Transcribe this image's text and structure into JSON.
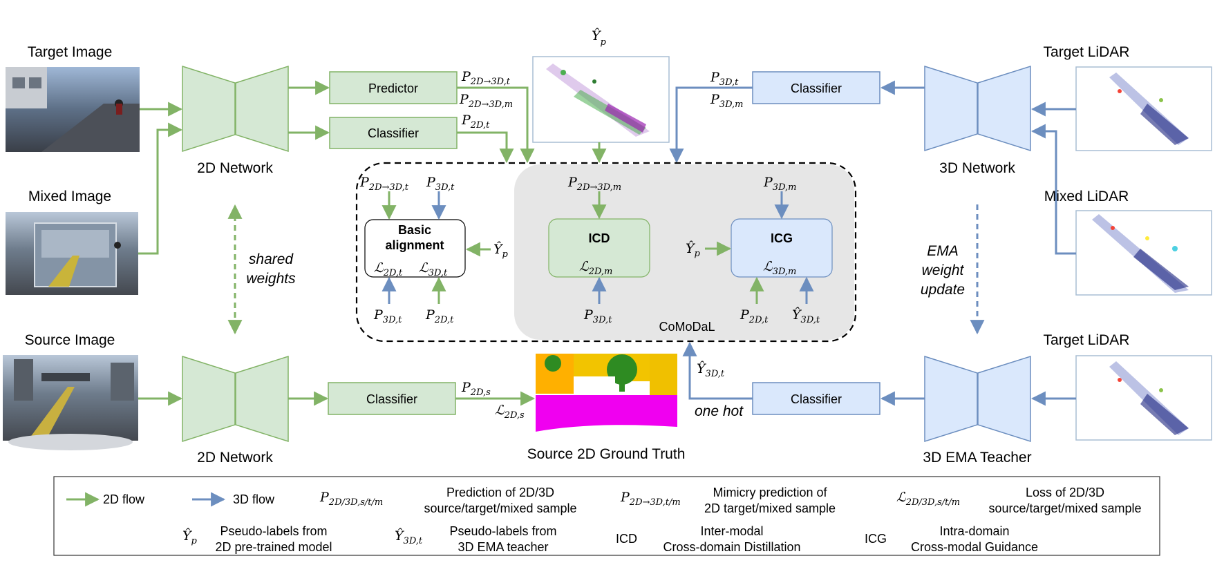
{
  "inputs": {
    "target_image": "Target Image",
    "mixed_image": "Mixed Image",
    "source_image": "Source Image",
    "target_lidar_top": "Target LiDAR",
    "mixed_lidar": "Mixed LiDAR",
    "target_lidar_bottom": "Target LiDAR"
  },
  "networks": {
    "net2d_top": "2D Network",
    "net2d_bottom": "2D Network",
    "net3d": "3D Network",
    "net3d_teacher": "3D EMA Teacher",
    "shared_weights": [
      "shared",
      "weights"
    ],
    "ema_update": [
      "EMA",
      "weight",
      "update"
    ]
  },
  "heads": {
    "predictor": "Predictor",
    "classifier_2d": "Classifier",
    "classifier_3d": "Classifier",
    "classifier_source": "Classifier",
    "classifier_teacher": "Classifier"
  },
  "math": {
    "P": "P",
    "L": "ℒ",
    "Y": "Ŷ",
    "sub_2d_to_3d_t": "2D→3D,t",
    "sub_2d_to_3d_m": "2D→3D,m",
    "sub_2d_t": "2D,t",
    "sub_3d_t": "3D,t",
    "sub_3d_m": "3D,m",
    "sub_2d_m": "2D,m",
    "sub_2d_s": "2D,s",
    "sub_p": "p",
    "sub_legend_pred": "2D/3D,s/t/m",
    "sub_legend_mimic": "2D→3D,t/m",
    "sub_legend_loss": "2D/3D,s/t/m"
  },
  "modules": {
    "basic_title": [
      "Basic",
      "alignment"
    ],
    "icd": "ICD",
    "icg": "ICG",
    "comodal": "CoMoDaL"
  },
  "outputs": {
    "source_gt": "Source 2D Ground Truth",
    "one_hot": "one hot"
  },
  "legend": {
    "flow_2d": "2D flow",
    "flow_3d": "3D flow",
    "pred_desc": [
      "Prediction of 2D/3D",
      "source/target/mixed sample"
    ],
    "mimic_desc": [
      "Mimicry prediction of",
      "2D target/mixed sample"
    ],
    "loss_desc": [
      "Loss of 2D/3D",
      "source/target/mixed sample"
    ],
    "pseudo2d_desc": [
      "Pseudo-labels from",
      "2D pre-trained model"
    ],
    "pseudo3d_desc": [
      "Pseudo-labels from",
      "3D EMA teacher"
    ],
    "icd_abbr": "ICD",
    "icd_desc": [
      "Inter-modal",
      "Cross-domain Distillation"
    ],
    "icg_abbr": "ICG",
    "icg_desc": [
      "Intra-domain",
      "Cross-modal Guidance"
    ]
  },
  "colors": {
    "green": "#82b366",
    "green_fill": "#d5e8d4",
    "blue": "#6c8ebf",
    "blue_fill": "#dae8fc",
    "comodal_fill": "#e6e6e6"
  }
}
